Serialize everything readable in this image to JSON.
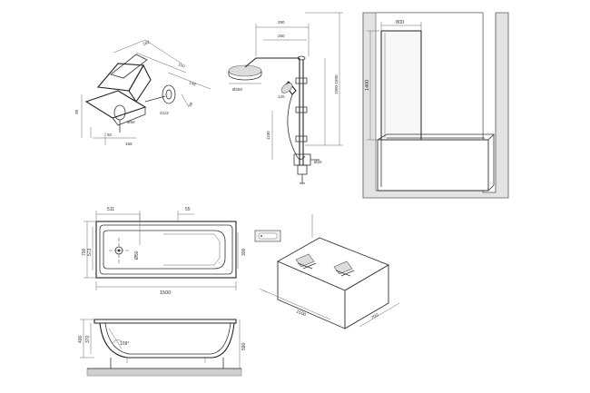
{
  "faucet": {
    "dims": [
      "182",
      "150",
      "148",
      "58",
      "G1/2",
      "38",
      "Ø50",
      "50",
      "158"
    ]
  },
  "shower_column": {
    "dims": [
      "390",
      "250",
      "Ø250",
      "120",
      "1500-1600",
      "1100",
      "Ø20"
    ]
  },
  "screen": {
    "width": "800",
    "height": "1400"
  },
  "tub_plan": {
    "top_left": "511",
    "top_right": "55",
    "outer_height": "700",
    "inner_height": "573",
    "drain_dia": "Ø50",
    "right_inner": "300",
    "length": "1500"
  },
  "tub_iso": {
    "length": "1500",
    "width": "700"
  },
  "tub_section": {
    "height": "400",
    "inner_depth": "370",
    "angle": "109°",
    "total_height": "590"
  }
}
